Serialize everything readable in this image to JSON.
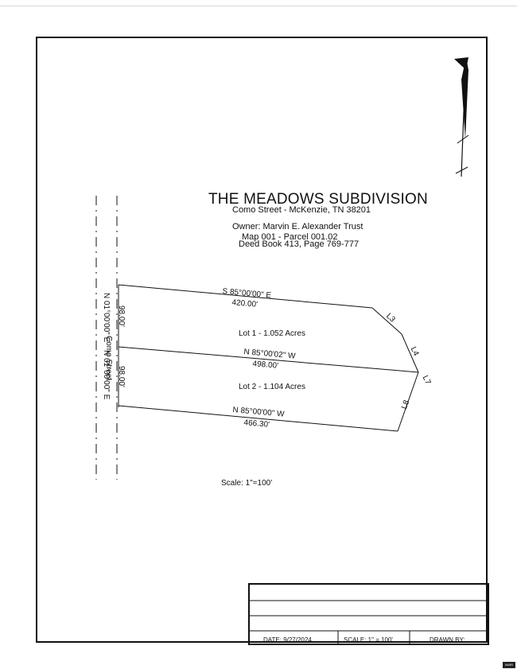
{
  "header": {
    "title": "THE MEADOWS SUBDIVISION",
    "address": "Como Street - McKenzie, TN 38201",
    "owner": "Owner:  Marvin E. Alexander Trust",
    "map_parcel": "Map 001 - Parcel 001.02",
    "deed": "Deed Book 413, Page 769-777"
  },
  "plat": {
    "street_name": "Como Street",
    "north_line_bearing": "S 85°00'00\" E",
    "north_line_distance": "420.00'",
    "middle_line_bearing": "N 85°00'02\" W",
    "middle_line_distance": "498.00'",
    "south_line_bearing": "N 85°00'00\" W",
    "south_line_distance": "466.30'",
    "west_line_1_bearing": "N 01°00'00\" E",
    "west_line_1_distance": "98.00'",
    "west_line_2_bearing": "N 01°00'00\" E",
    "west_line_2_distance": "98.00'",
    "lot_1": "Lot 1 -  1.052 Acres",
    "lot_2": "Lot 2 - 1.104 Acres",
    "segment_labels": [
      "L3",
      "L4",
      "L7",
      "L8"
    ]
  },
  "scale_note": "Scale: 1\"=100'",
  "title_block": {
    "date": "DATE: 9/27/2024",
    "scale": "SCALE: 1\" = 100'",
    "drawn_by": "DRAWN BY:"
  },
  "badge": "IMAR"
}
